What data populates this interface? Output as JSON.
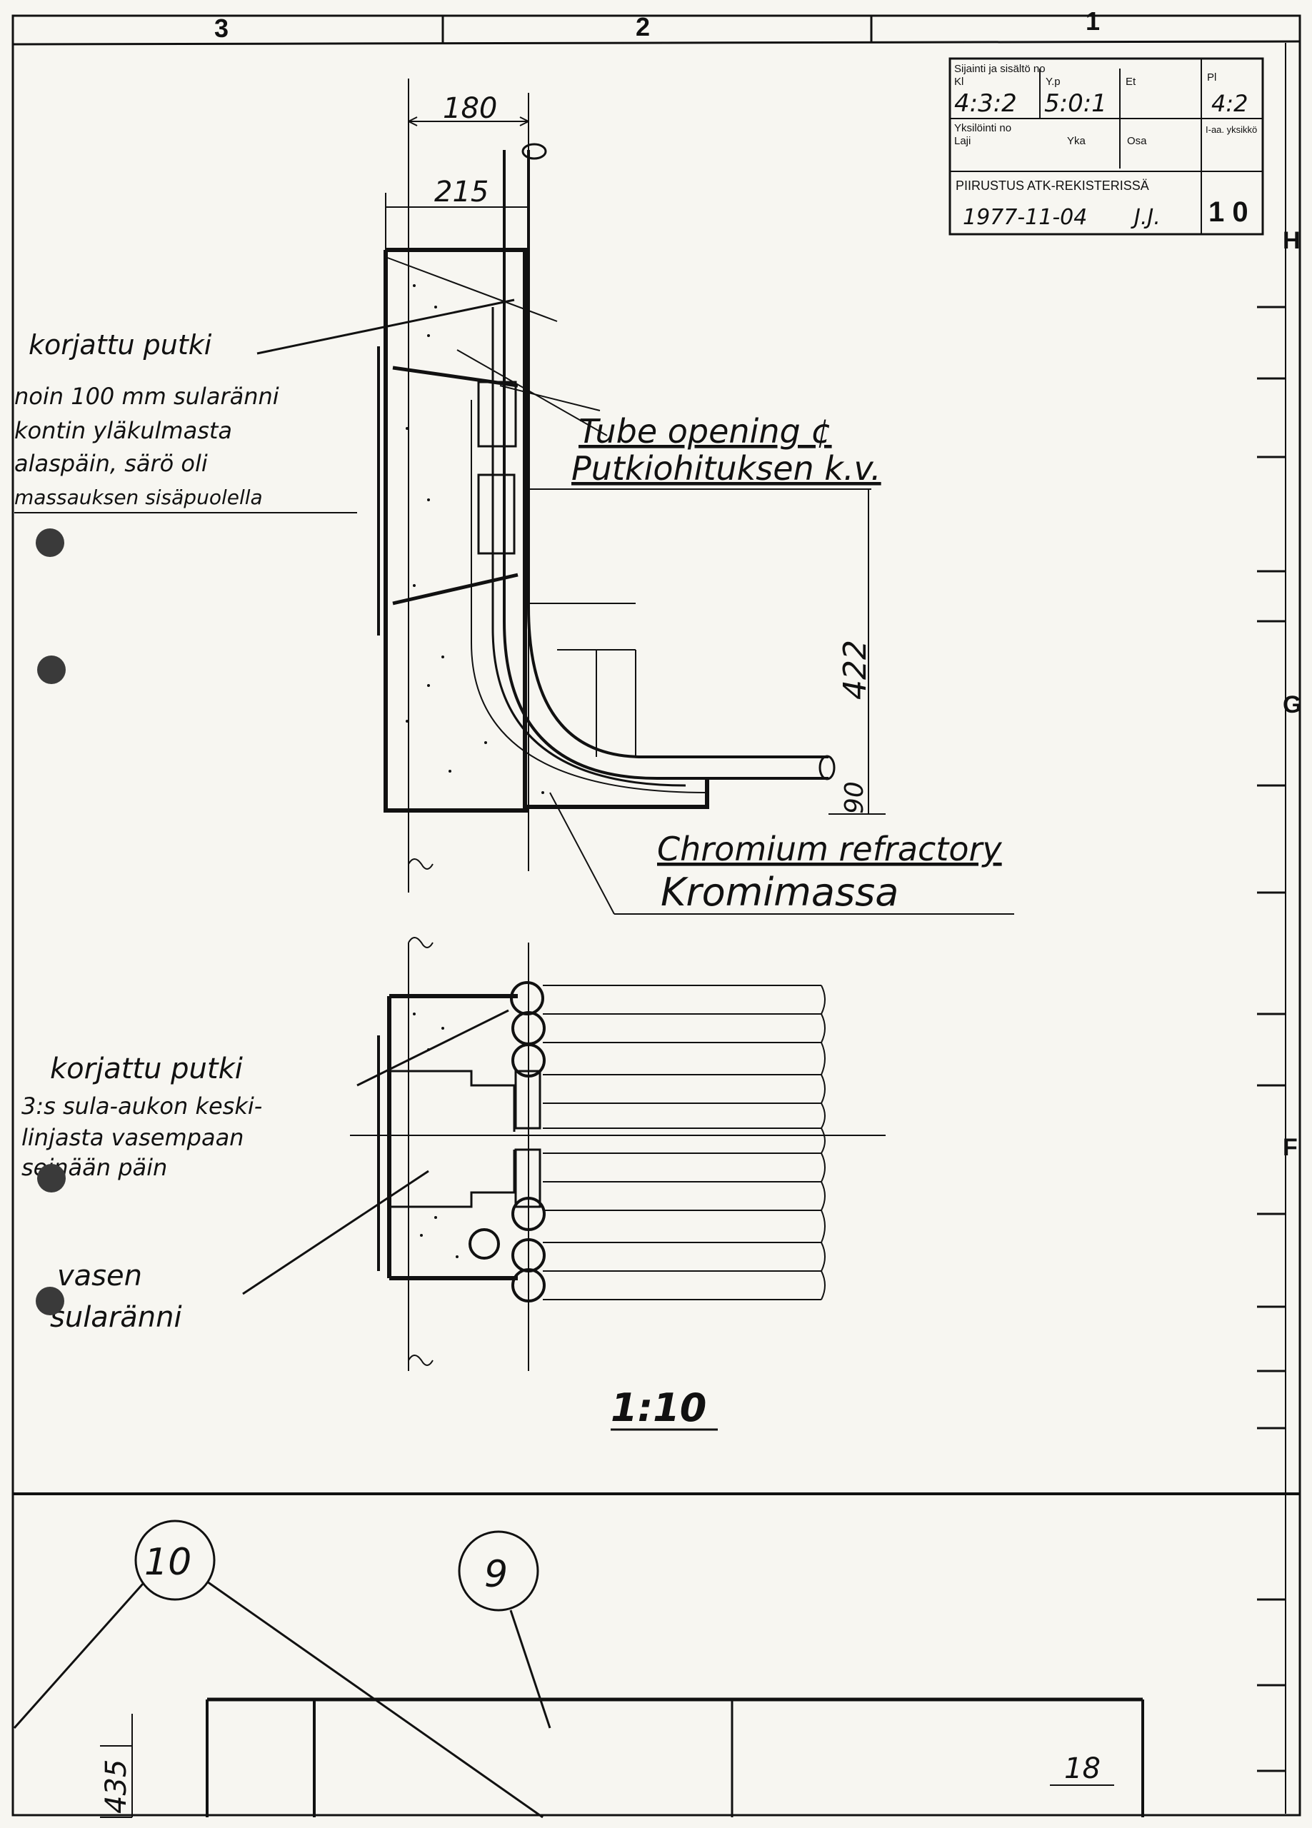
{
  "title_block": {
    "hdr_sijainti": "Sijainti ja sisältö no",
    "hdr_kl": "Kl",
    "hdr_yp": "Y.p",
    "hdr_et": "Et",
    "hdr_pl": "Pl",
    "kl_value": "4:3:2",
    "yp_value": "5:0:1",
    "pl_value": "4:2",
    "hdr_yksilointi": "Yksilöinti no",
    "hdr_laji": "Laji",
    "hdr_yka": "Yka",
    "hdr_osa": "Osa",
    "hdr_yksikko": "I-aa. yksikkö",
    "register_label": "PIIRUSTUS ATK-REKISTERISSÄ",
    "register_date": "1977-11-04",
    "register_initials": "J.J.",
    "register_number": "1 0"
  },
  "border": {
    "col_3": "3",
    "col_2": "2",
    "col_1": "1",
    "row_h": "H",
    "row_g": "G",
    "row_f": "F"
  },
  "dimensions": {
    "d180": "180",
    "d215": "215",
    "d422": "422",
    "d90": "90",
    "d435": "435",
    "d18": "18"
  },
  "annotations": {
    "upper_title": "korjattu putki",
    "upper_line1": "noin 100 mm sularänni",
    "upper_line2": "kontin yläkulmasta",
    "upper_line3": "alaspäin, särö oli",
    "upper_line4": "massauksen sisäpuolella",
    "tube_opening": "Tube opening ¢",
    "putkiohitus": "Putkiohituksen k.v.",
    "chromium": "Chromium refractory",
    "kromimassa": "Kromimassa",
    "lower_title": "korjattu putki",
    "lower_line1": "3:s sula-aukon keski-",
    "lower_line2": "linjasta vasempaan",
    "lower_line3": "seinään päin",
    "vasen1": "vasen",
    "vasen2": "sularänni",
    "scale": "1:10",
    "balloon_10": "10",
    "balloon_9": "9"
  },
  "colors": {
    "ink": "#111111",
    "paper": "#f7f6f1",
    "punch_hole": "#3a3a3a"
  }
}
